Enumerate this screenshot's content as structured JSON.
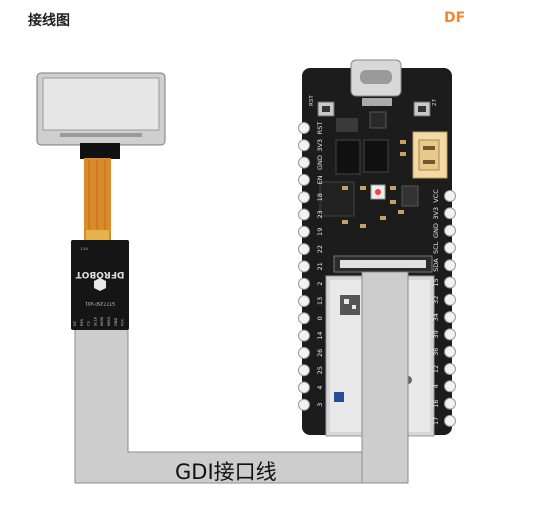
{
  "header": {
    "title": "接线图",
    "brand": "DF"
  },
  "colors": {
    "brand": "#ee8a2a",
    "board": "#1c1c1c",
    "cable": "#cdcdcd",
    "cable_border": "#8a8a8a",
    "flex": "#d98a2b",
    "screen": "#e6e6e6"
  },
  "display_module": {
    "brand_text": "DFROBOT",
    "model_text": "ST7735P  V01",
    "small_text": "1.54 ",
    "pins": [
      "DC",
      "RES",
      "CS",
      "SCLK",
      "MOSI",
      "MISO",
      "GND",
      "VCC"
    ]
  },
  "controller_board": {
    "left_pins": [
      "RST",
      "3V3",
      "GND",
      "EN",
      "18",
      "23",
      "19",
      "22",
      "21",
      "2",
      "13",
      "0",
      "14",
      "26",
      "25",
      "4",
      "3"
    ],
    "right_pins": [
      "VCC",
      "3V3",
      "GND",
      "SCL",
      "SDA",
      "15",
      "32",
      "34",
      "39",
      "36",
      "12",
      "4",
      "16",
      "17"
    ],
    "top_labels": [
      "RST",
      "27"
    ],
    "pin_sda": "SDA",
    "pin_scl": "SCL",
    "pin_gnd": "GND",
    "pin_3v3": "3V3",
    "pin_vcc": "VCC",
    "pin_rst": "RST",
    "pin_3v3_l": "3V3",
    "pin_gnd_l": "GND",
    "pin_en": "EN"
  },
  "cable": {
    "label": "GDI接口线"
  }
}
